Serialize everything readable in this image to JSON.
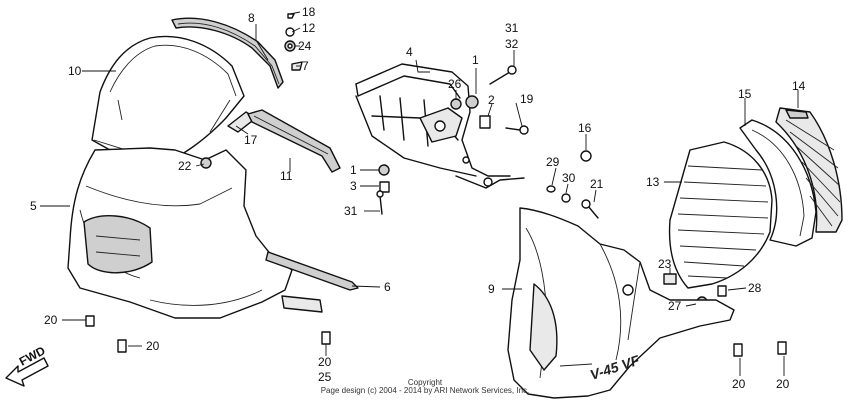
{
  "callouts": [
    {
      "id": "c18",
      "text": "18"
    },
    {
      "id": "c12",
      "text": "12"
    },
    {
      "id": "c24",
      "text": "24"
    },
    {
      "id": "c7",
      "text": "7"
    },
    {
      "id": "c8",
      "text": "8"
    },
    {
      "id": "c10",
      "text": "10"
    },
    {
      "id": "c17",
      "text": "17"
    },
    {
      "id": "c22",
      "text": "22"
    },
    {
      "id": "c11",
      "text": "11"
    },
    {
      "id": "c5",
      "text": "5"
    },
    {
      "id": "c6",
      "text": "6"
    },
    {
      "id": "c20a",
      "text": "20"
    },
    {
      "id": "c20b",
      "text": "20"
    },
    {
      "id": "c20c",
      "text": "20"
    },
    {
      "id": "c25",
      "text": "25"
    },
    {
      "id": "c4",
      "text": "4"
    },
    {
      "id": "c1a",
      "text": "1"
    },
    {
      "id": "c31a",
      "text": "31"
    },
    {
      "id": "c32",
      "text": "32"
    },
    {
      "id": "c26",
      "text": "26"
    },
    {
      "id": "c2",
      "text": "2"
    },
    {
      "id": "c19",
      "text": "19"
    },
    {
      "id": "c1b",
      "text": "1"
    },
    {
      "id": "c3",
      "text": "3"
    },
    {
      "id": "c31b",
      "text": "31"
    },
    {
      "id": "c16",
      "text": "16"
    },
    {
      "id": "c29",
      "text": "29"
    },
    {
      "id": "c30",
      "text": "30"
    },
    {
      "id": "c21",
      "text": "21"
    },
    {
      "id": "c15",
      "text": "15"
    },
    {
      "id": "c14",
      "text": "14"
    },
    {
      "id": "c13",
      "text": "13"
    },
    {
      "id": "c9",
      "text": "9"
    },
    {
      "id": "c23",
      "text": "23"
    },
    {
      "id": "c27",
      "text": "27"
    },
    {
      "id": "c28",
      "text": "28"
    },
    {
      "id": "c20d",
      "text": "20"
    },
    {
      "id": "c20e",
      "text": "20"
    }
  ],
  "fwd_label": "FWD",
  "decal_lower_cowl": "V-45 VF",
  "copyright": {
    "line1": "Copyright",
    "line2": "Page design (c) 2004 - 2014 by ARI Network Services, Inc."
  }
}
